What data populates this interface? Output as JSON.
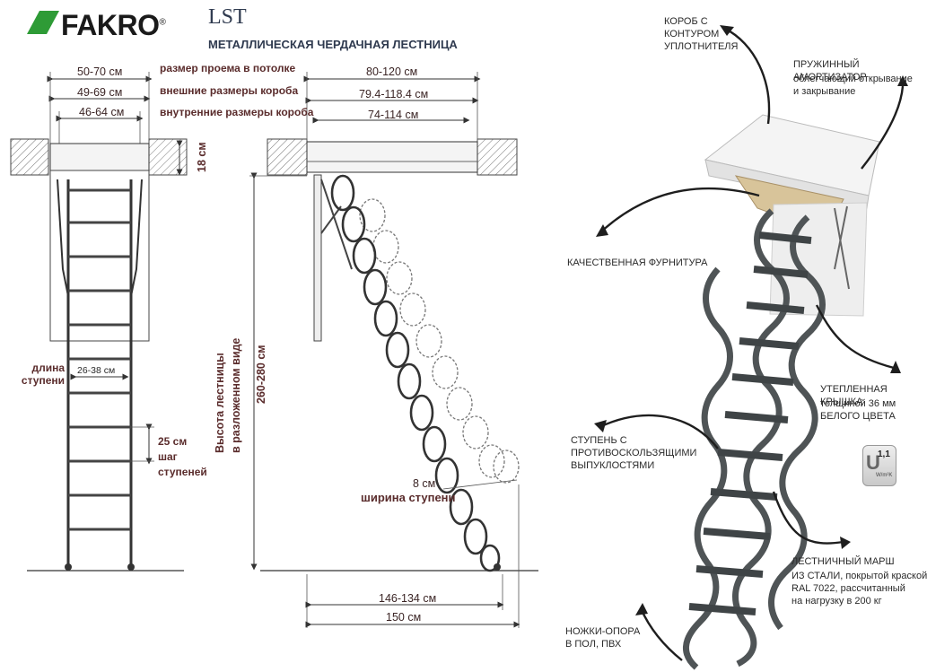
{
  "header": {
    "brand": "FAKRO",
    "brand_mark": "®",
    "model": "LST",
    "subtitle": "МЕТАЛЛИЧЕСКАЯ ЧЕРДАЧНАЯ ЛЕСТНИЦА",
    "brand_color": "#2e9b36"
  },
  "front_view": {
    "dim_opening": "50-70 см",
    "dim_outer": "49-69 см",
    "dim_inner": "46-64 см",
    "legend_opening": "размер проема в потолке",
    "legend_outer": "внешние размеры короба",
    "legend_inner": "внутренние размеры короба",
    "dim_thickness": "18 см",
    "step_length_title": "длина\nступени",
    "dim_step_length": "26-38 см",
    "dim_step_pitch": "25 см",
    "step_pitch_word1": "шаг",
    "step_pitch_word2": "ступеней"
  },
  "side_view": {
    "dim_opening": "80-120 см",
    "dim_outer": "79.4-118.4 см",
    "dim_inner": "74-114 см",
    "height_label_1": "Высота лестницы",
    "height_label_2": "в разложенном виде",
    "dim_height": "260-280 см",
    "dim_step_width": "8 см",
    "step_width_label": "ширина ступени",
    "dim_reach": "146-134 см",
    "dim_total": "150 см"
  },
  "features": {
    "box": "КОРОБ С\nКОНТУРОМ\nУПЛОТНИТЕЛЯ",
    "spring_title": "ПРУЖИННЫЙ АМОРТИЗАТОР",
    "spring_text": "облегчающий открывание\nи закрывание",
    "hardware": "КАЧЕСТВЕННАЯ ФУРНИТУРА",
    "cover_title": "УТЕПЛЕННАЯ КРЫШКА",
    "cover_text": "толщиной 36 мм\nБЕЛОГО ЦВЕТА",
    "step": "СТУПЕНЬ С\nПРОТИВОСКОЛЬЗЯЩИМИ\nВЫПУКЛОСТЯМИ",
    "march_title": "ЛЕСТНИЧНЫЙ МАРШ",
    "march_text": "ИЗ СТАЛИ, покрытой краской\nRAL 7022, рассчитанный\nна нагрузку в 200 кг",
    "feet": "НОЖКИ-ОПОРА\nВ ПОЛ, ПВХ",
    "badge_letter": "U",
    "badge_value": "1,1",
    "badge_unit": "W/m²K"
  },
  "colors": {
    "ladder": "#5a5e60",
    "line": "#333333",
    "text": "#2a2a2a",
    "accent_text": "#5a2c2c"
  }
}
